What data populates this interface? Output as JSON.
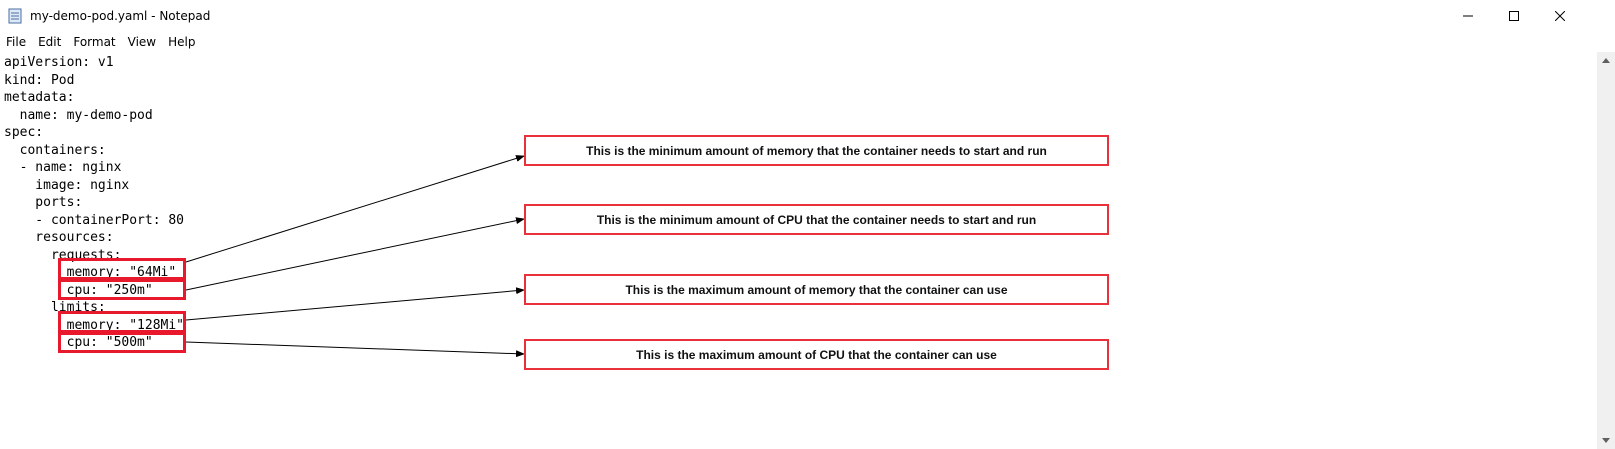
{
  "window": {
    "title": "my-demo-pod.yaml - Notepad",
    "icon": "notepad-icon"
  },
  "menu": {
    "items": [
      {
        "label": "File"
      },
      {
        "label": "Edit"
      },
      {
        "label": "Format"
      },
      {
        "label": "View"
      },
      {
        "label": "Help"
      }
    ]
  },
  "editor": {
    "lines": [
      "apiVersion: v1",
      "kind: Pod",
      "metadata:",
      "  name: my-demo-pod",
      "spec:",
      "  containers:",
      "  - name: nginx",
      "    image: nginx",
      "    ports:",
      "    - containerPort: 80",
      "    resources:",
      "      requests:",
      "        memory: \"64Mi\"",
      "        cpu: \"250m\"",
      "      limits:",
      "        memory: \"128Mi\"",
      "        cpu: \"500m\""
    ]
  },
  "annotations": {
    "notes": [
      "This is the minimum amount of memory that the container needs to start and run",
      "This is the minimum amount of CPU that the container needs to start and run",
      "This is the maximum amount of memory that the container can use",
      "This is the maximum amount of CPU that the container can use"
    ],
    "highlight_color": "#e8192c"
  }
}
